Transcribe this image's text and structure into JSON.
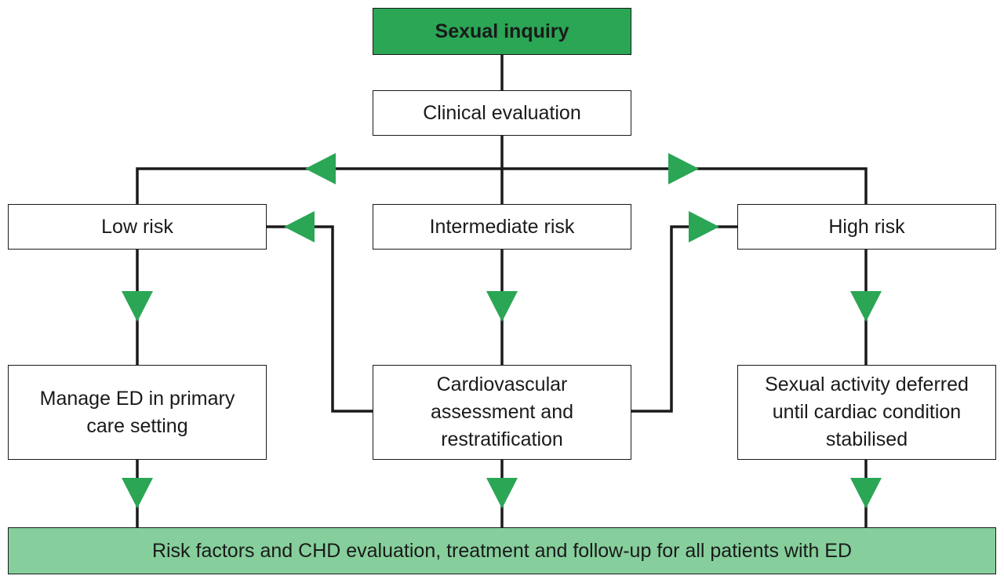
{
  "colors": {
    "header_fill": "#2aa655",
    "footer_fill": "#86cf9c",
    "arrow_fill": "#2aa655",
    "line": "#1a1a1a"
  },
  "nodes": {
    "start": "Sexual inquiry",
    "evaluation": "Clinical evaluation",
    "low_risk": "Low risk",
    "intermediate_risk": "Intermediate risk",
    "high_risk": "High risk",
    "low_action": "Manage ED in primary care setting",
    "intermediate_action": "Cardiovascular assessment and restratification",
    "high_action": "Sexual activity deferred until cardiac condition stabilised",
    "outcome": "Risk factors and CHD evaluation, treatment and follow-up for all patients with ED"
  }
}
